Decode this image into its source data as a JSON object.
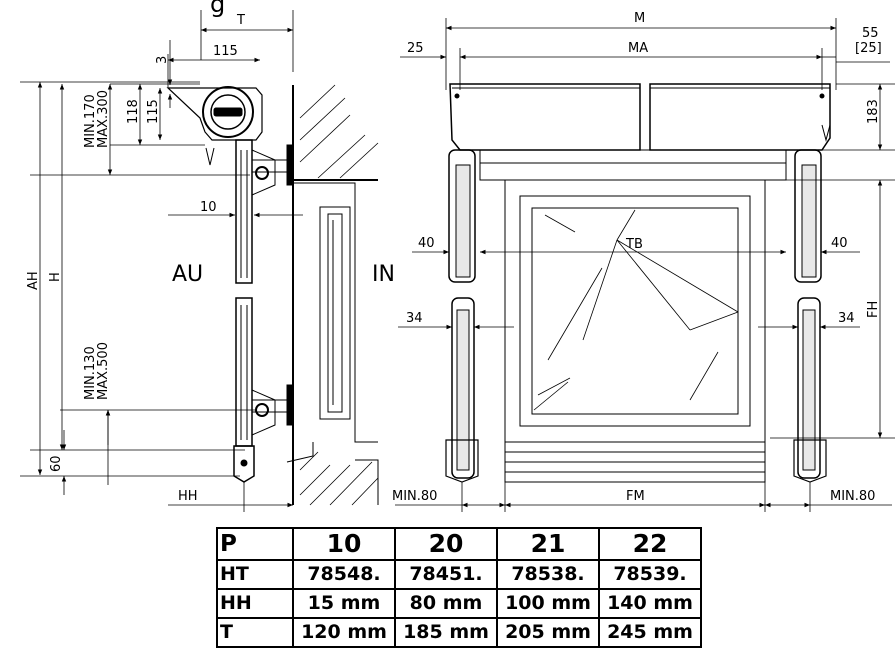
{
  "dimension_labels": {
    "T": "T",
    "M": "M",
    "MA": "MA",
    "top_right": "55",
    "top_right_bracket": "[25]",
    "left_25": "25",
    "d_115_top": "115",
    "d_3": "3",
    "d_118": "118",
    "d_115_side": "115",
    "min170": "MIN.170",
    "max300": "MAX.300",
    "d_183": "183",
    "d_10": "10",
    "d_40_left": "40",
    "d_40_right": "40",
    "TB": "TB",
    "AH": "AH",
    "H": "H",
    "FH": "FH",
    "d_34_left": "34",
    "d_34_right": "34",
    "min130": "MIN.130",
    "max500": "MAX.500",
    "d_60": "60",
    "HH": "HH",
    "min80_left": "MIN.80",
    "FM": "FM",
    "min80_right": "MIN.80"
  },
  "view_labels": {
    "outside": "AU",
    "inside": "IN"
  },
  "title_fragment": "g",
  "table": {
    "header": [
      "P",
      "10",
      "20",
      "21",
      "22"
    ],
    "rows": [
      {
        "label": "HT",
        "values": [
          "78548.",
          "78451.",
          "78538.",
          "78539."
        ]
      },
      {
        "label": "HH",
        "values": [
          "15 mm",
          "80 mm",
          "100 mm",
          "140 mm"
        ]
      },
      {
        "label": "T",
        "values": [
          "120 mm",
          "185 mm",
          "205 mm",
          "245 mm"
        ]
      }
    ]
  }
}
